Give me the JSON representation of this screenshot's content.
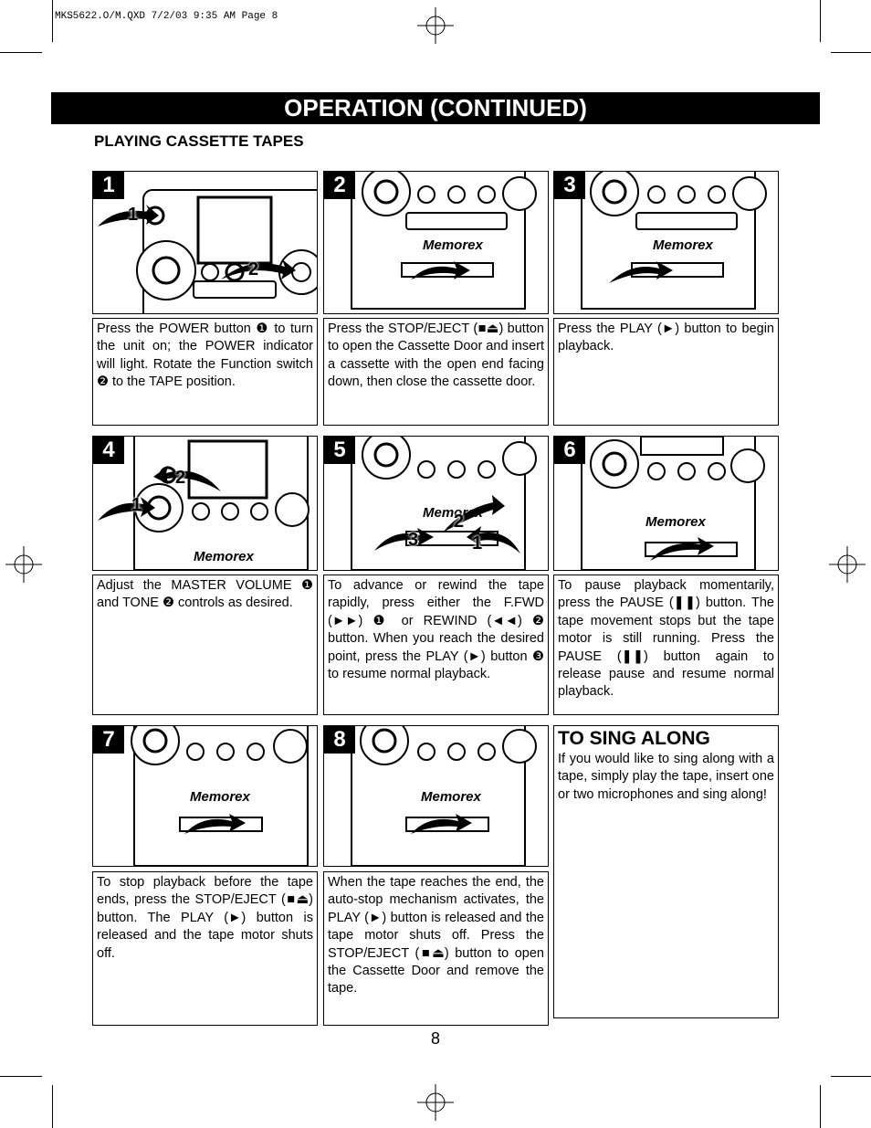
{
  "slug": "MKS5622.O/M.QXD  7/2/03  9:35 AM  Page 8",
  "banner": "OPERATION (CONTINUED)",
  "subheading": "PLAYING CASSETTE TAPES",
  "brand": "Memorex",
  "steps": [
    {
      "num": "1",
      "text": "Press the POWER button ❶ to turn the unit on; the POWER indicator will light. Rotate the Function switch ❷ to the TAPE position.",
      "callouts": [
        "1",
        "2"
      ]
    },
    {
      "num": "2",
      "text": "Press the STOP/EJECT (■⏏) button to open the Cassette Door and insert a cassette with the open end facing down, then close the cassette door.",
      "callouts": []
    },
    {
      "num": "3",
      "text": "Press the PLAY (►) button to begin playback.",
      "callouts": []
    },
    {
      "num": "4",
      "text": "Adjust the MASTER VOLUME ❶ and TONE ❷ controls as desired.",
      "callouts": [
        "2",
        "1"
      ]
    },
    {
      "num": "5",
      "text": "To advance or rewind the tape rapidly, press either the F.FWD (►►) ❶ or REWIND (◄◄) ❷ button. When you reach the desired point, press the PLAY (►) button ❸ to resume normal playback.",
      "callouts": [
        "2",
        "3",
        "1"
      ]
    },
    {
      "num": "6",
      "text": "To pause playback momentarily, press the PAUSE (❚❚) button. The tape movement stops but the tape motor is still running. Press the PAUSE (❚❚) button again to release pause and resume normal playback.",
      "callouts": []
    },
    {
      "num": "7",
      "text": "To stop playback before the tape ends, press the STOP/EJECT (■⏏) button. The PLAY (►) button is released and the tape motor shuts off.",
      "callouts": []
    },
    {
      "num": "8",
      "text": "When the tape reaches the end, the auto-stop mechanism activates, the PLAY (►) button is released and the tape motor shuts off. Press the STOP/EJECT (■⏏) button to open the Cassette Door and remove the tape.",
      "callouts": []
    }
  ],
  "sing_along": {
    "heading": "TO SING ALONG",
    "text": "If you would like to sing along with a tape, simply play the tape, insert one or two microphones and sing along!"
  },
  "page_number": "8"
}
